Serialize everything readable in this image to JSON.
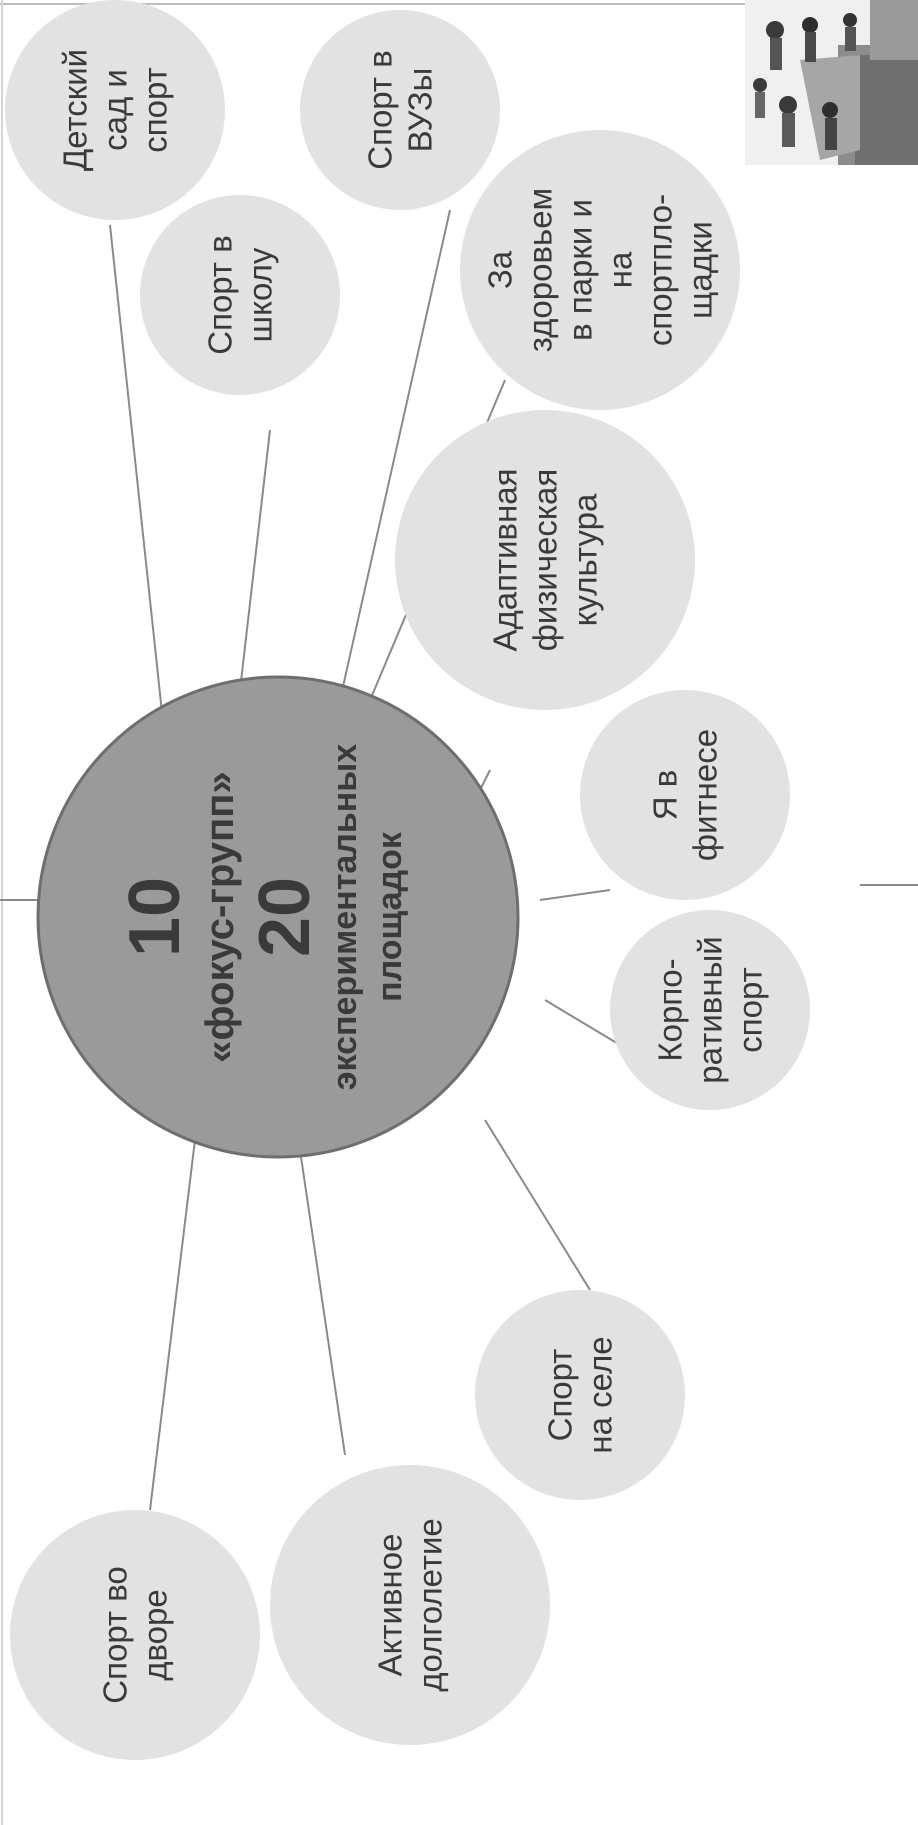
{
  "hub": {
    "focus_count": "10",
    "focus_label": "«фокус-групп»",
    "sites_count": "20",
    "sites_label_1": "экспериментальных",
    "sites_label_2": "площадок"
  },
  "nodes": [
    {
      "id": "kindergarten",
      "lines": [
        "Детский",
        "сад и",
        "спорт"
      ]
    },
    {
      "id": "university",
      "lines": [
        "Спорт в",
        "ВУЗы"
      ]
    },
    {
      "id": "school",
      "lines": [
        "Спорт в",
        "школу"
      ]
    },
    {
      "id": "parks",
      "lines": [
        "За",
        "здоровьем",
        "в парки и",
        "на",
        "спортпло-",
        "щадки"
      ]
    },
    {
      "id": "adaptive",
      "lines": [
        "Адаптивная",
        "физическая",
        "культура"
      ]
    },
    {
      "id": "fitness",
      "lines": [
        "Я в",
        "фитнесе"
      ]
    },
    {
      "id": "corporate",
      "lines": [
        "Корпо-",
        "ративный",
        "спорт"
      ]
    },
    {
      "id": "village",
      "lines": [
        "Спорт",
        "на селе"
      ]
    },
    {
      "id": "yard",
      "lines": [
        "Спорт во",
        "дворе"
      ]
    },
    {
      "id": "longevity",
      "lines": [
        "Активное",
        "долголетие"
      ]
    }
  ],
  "colors": {
    "hub_fill": "#9a9a9a",
    "hub_stroke": "#6e6e6e",
    "node_fill": "#e2e2e2",
    "connector": "#8a8a8a",
    "text": "#3a3a3a"
  }
}
